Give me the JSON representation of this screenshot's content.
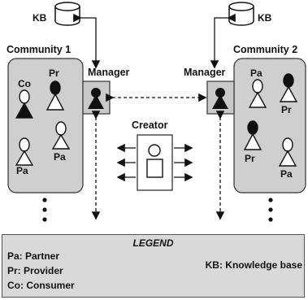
{
  "diagram": {
    "kb_label": "KB",
    "community1": "Community 1",
    "community2": "Community 2",
    "manager": "Manager",
    "creator": "Creator",
    "roles": {
      "co": "Co",
      "pr": "Pr",
      "pa": "Pa"
    }
  },
  "legend": {
    "title": "LEGEND",
    "pa": "Pa: Partner",
    "pr": "Pr: Provider",
    "co": "Co: Consumer",
    "kb": "KB: Knowledge base"
  },
  "colors": {
    "community_fill": "#cfcfcf",
    "manager_fill": "#c9c9c9",
    "legend_fill": "#d9d9d9",
    "dark_agent": "#111111"
  }
}
